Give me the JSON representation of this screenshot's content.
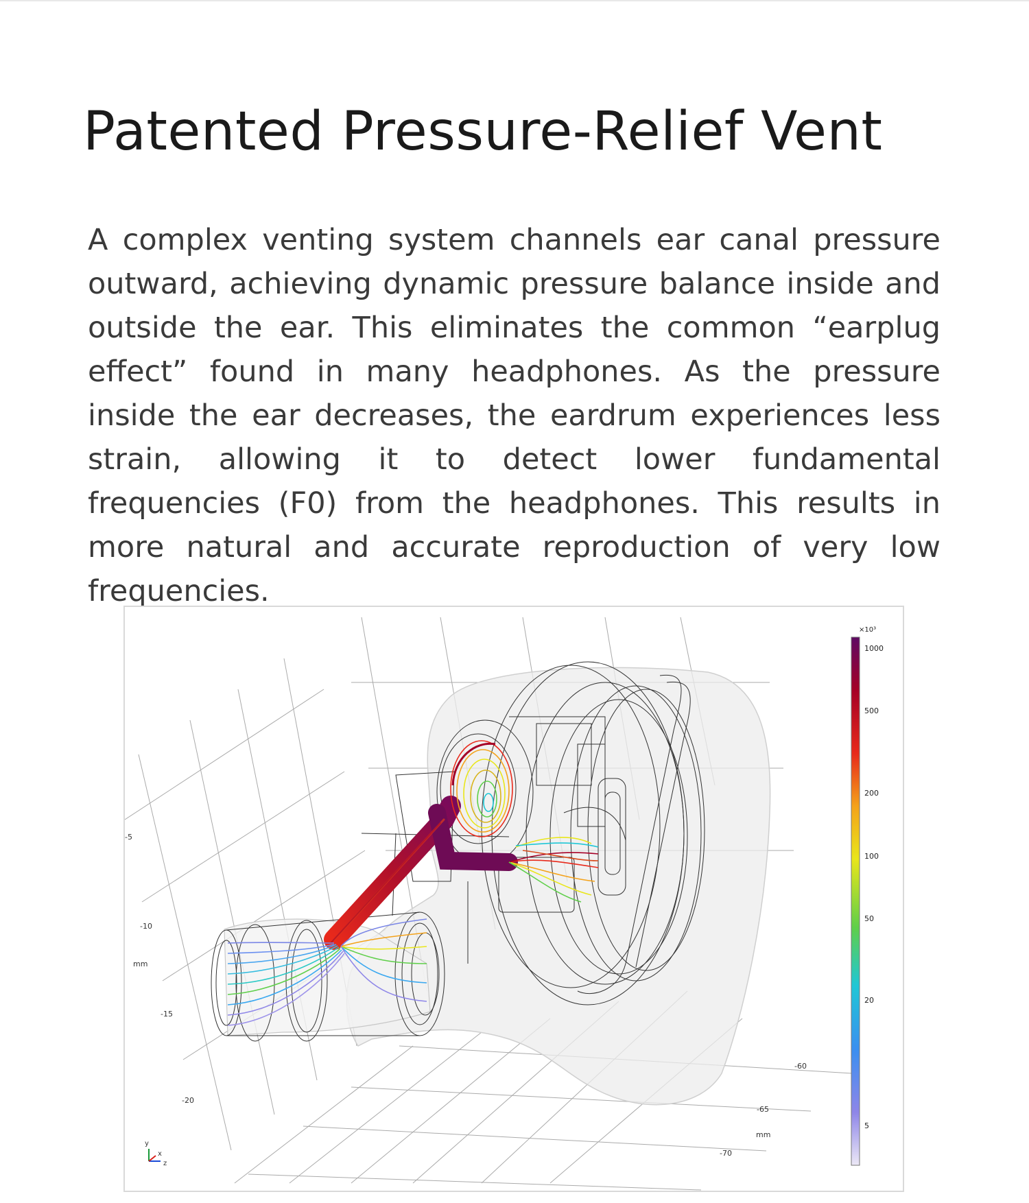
{
  "page": {
    "title": "Patented Pressure-Relief Vent",
    "body": "A complex venting system channels ear canal pressure outward, achieving dynamic pressure balance inside and outside the ear. This eliminates the common “earplug effect” found in many headphones. As the pressure inside the ear decreases, the eardrum experiences less strain, allowing it to detect lower fundamental frequencies (F0) from the headphones. This results in more natural and ac­curate reproduction of very low frequencies."
  },
  "figure": {
    "y_ticks": [
      "-5",
      "-10",
      "-15",
      "-20"
    ],
    "y_unit": "mm",
    "z_ticks": [
      "-60",
      "-65",
      "-70"
    ],
    "z_unit": "mm",
    "triad": {
      "y": "y",
      "x": "x",
      "z": "z"
    },
    "colorbar": {
      "scale_label": "×10³",
      "ticks": [
        "1000",
        "500",
        "200",
        "100",
        "50",
        "20",
        "5"
      ],
      "colors": [
        "#5e0a63",
        "#a50026",
        "#e8291b",
        "#f4a21a",
        "#e9e61a",
        "#5fcf4a",
        "#1fc7d6",
        "#3a8ff0",
        "#8e86e8",
        "#ece8f6"
      ]
    }
  }
}
